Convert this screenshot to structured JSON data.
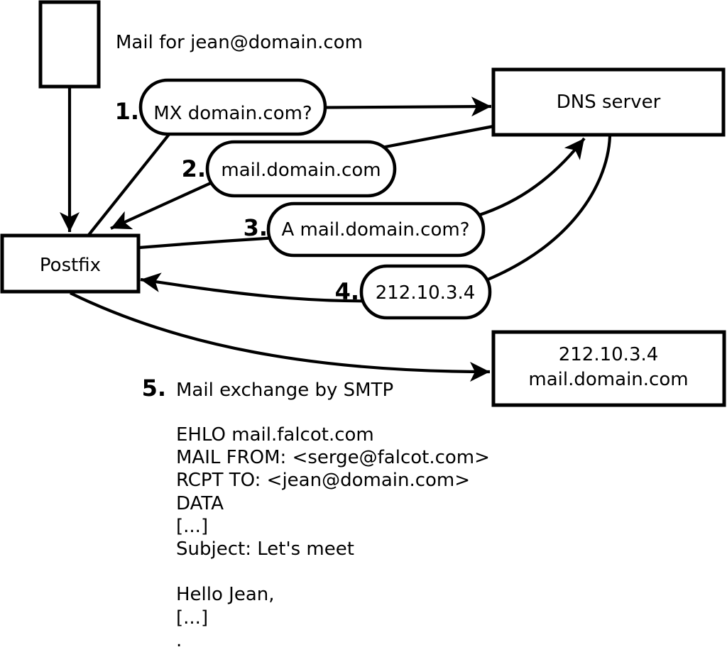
{
  "diagram": {
    "note": {
      "label": "Mail for jean@domain.com"
    },
    "nodes": {
      "postfix": {
        "label": "Postfix"
      },
      "dns_server": {
        "label": "DNS server"
      },
      "mail_server": {
        "line1": "212.10.3.4",
        "line2": "mail.domain.com"
      }
    },
    "steps": [
      {
        "num": "1.",
        "label": "MX domain.com?"
      },
      {
        "num": "2.",
        "label": "mail.domain.com"
      },
      {
        "num": "3.",
        "label": "A mail.domain.com?"
      },
      {
        "num": "4.",
        "label": "212.10.3.4"
      },
      {
        "num": "5.",
        "label": "Mail exchange by SMTP"
      }
    ],
    "smtp_session": {
      "lines": [
        "EHLO mail.falcot.com",
        "MAIL FROM: <serge@falcot.com>",
        "RCPT TO: <jean@domain.com>",
        "DATA",
        "[...]",
        "Subject: Let's meet",
        "",
        "Hello Jean,",
        "[...]",
        "."
      ]
    },
    "colors": {
      "ink": "#000000",
      "background": "#ffffff"
    }
  }
}
